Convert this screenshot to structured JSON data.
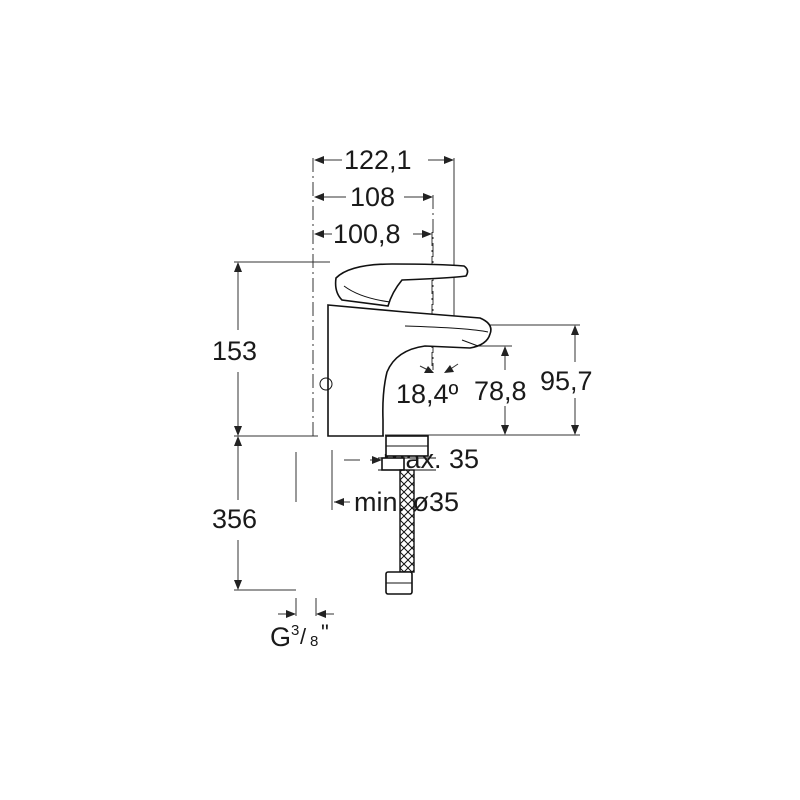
{
  "dimensions": {
    "width_total": "122,1",
    "width_mid": "108",
    "width_inner": "100,8",
    "height_body": "153",
    "height_hose": "356",
    "height_spout": "78,8",
    "height_total_right": "95,7",
    "spout_angle": "18,4º",
    "counter_max": "max. 35",
    "hole_min": "min. ø35",
    "thread_main": "G",
    "thread_num": "3",
    "thread_den": "8",
    "thread_unit": "\""
  }
}
